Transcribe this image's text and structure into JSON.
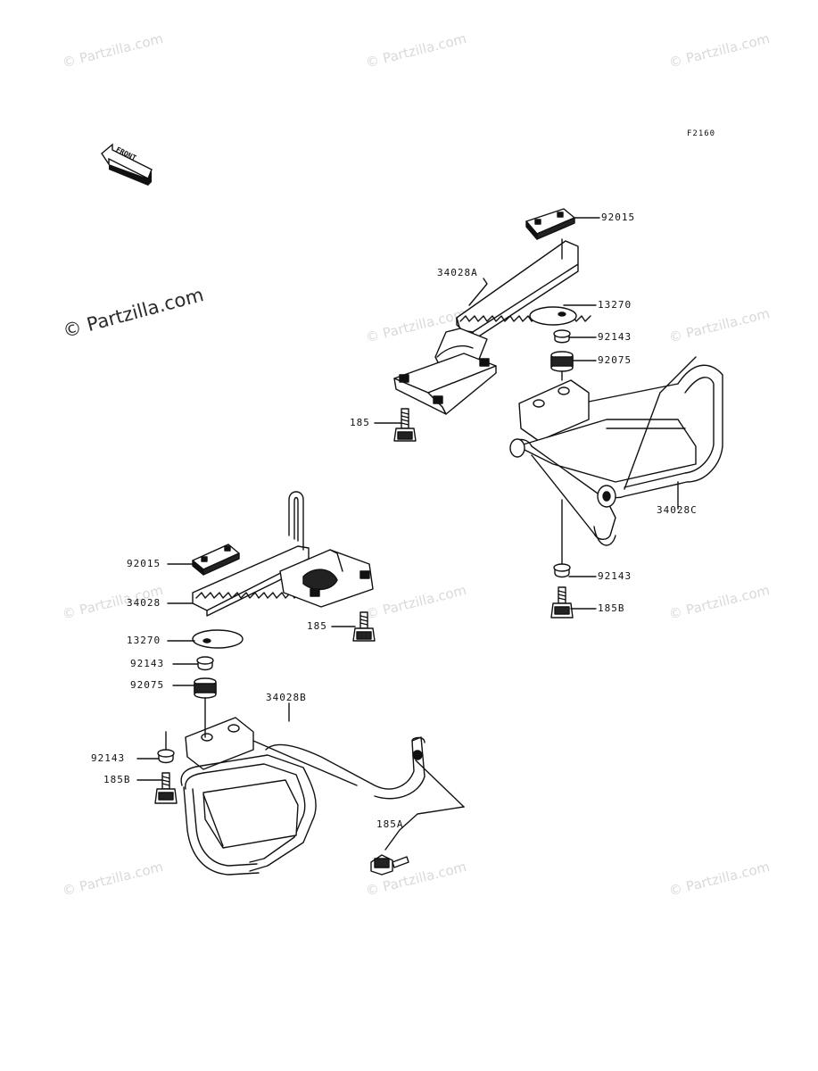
{
  "figure_code": "F2160",
  "front_label": "FRONT",
  "watermark": {
    "primary": "© Partzilla.com",
    "repeat": "© Partzilla.com"
  },
  "callouts": {
    "r_92015": "92015",
    "r_34028A": "34028A",
    "r_13270": "13270",
    "r_92143_a": "92143",
    "r_92075": "92075",
    "r_185": "185",
    "r_34028C": "34028C",
    "r_92143_b": "92143",
    "r_185B": "185B",
    "l_92015": "92015",
    "l_34028": "34028",
    "l_185": "185",
    "l_13270": "13270",
    "l_92143_a": "92143",
    "l_92075": "92075",
    "l_34028B": "34028B",
    "l_92143_b": "92143",
    "l_185B": "185B",
    "l_185A": "185A"
  }
}
